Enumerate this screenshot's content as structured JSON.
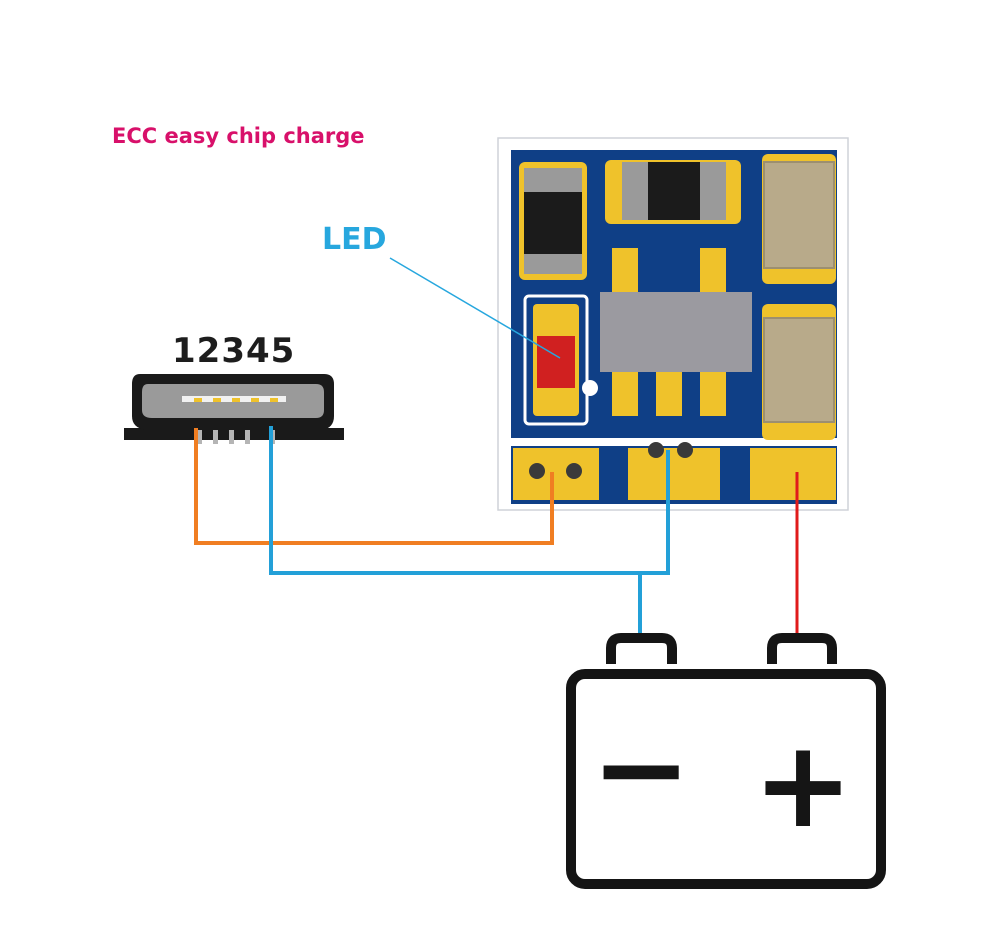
{
  "diagram": {
    "title": "ECC easy chip charge",
    "led_label": "LED",
    "usb_pin_label": "12345",
    "battery": {
      "negative_symbol": "−",
      "positive_symbol": "+"
    },
    "colors": {
      "title": "#d8106a",
      "led_label": "#27a7de",
      "pcb_blue": "#0f3f86",
      "pad_gold": "#efc22b",
      "wire_orange": "#f07e22",
      "wire_blue": "#23a0d8",
      "wire_red": "#e01b1b",
      "led_red": "#d02020",
      "chip_gray": "#9b9aa0",
      "capacitor_tan": "#b8aa8a"
    }
  }
}
